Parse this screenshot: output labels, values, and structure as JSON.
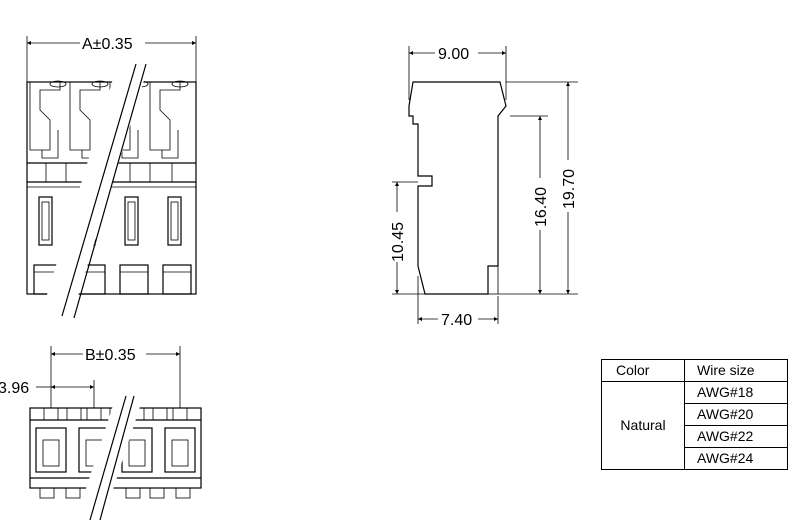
{
  "dimensions": {
    "a": "A±0.35",
    "b": "B±0.35",
    "pitch": "3.96",
    "width_top": "9.00",
    "height_total": "19.70",
    "height_mid": "16.40",
    "height_lower": "10.45",
    "width_bottom": "7.40"
  },
  "spec_table": {
    "headers": [
      "Color",
      "Wire size"
    ],
    "color": "Natural",
    "wire_sizes": [
      "AWG#18",
      "AWG#20",
      "AWG#22",
      "AWG#24"
    ]
  }
}
